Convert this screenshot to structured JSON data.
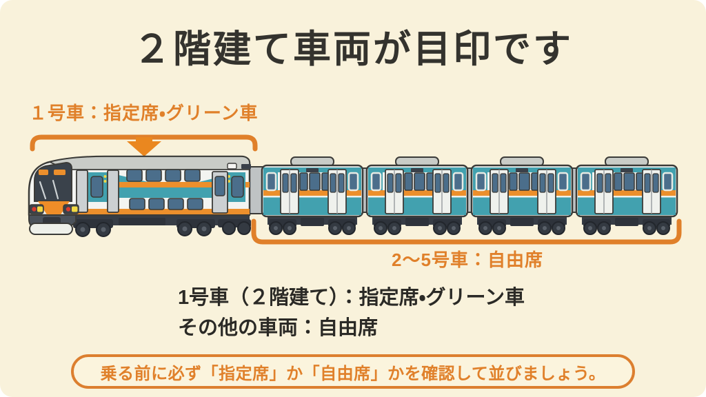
{
  "title": "２階建て車両が目印です",
  "annotations": {
    "car1_bracket_label": "１号車：指定席・グリーン車",
    "cars2_5_bracket_label": "2〜5号車：自由席"
  },
  "legend": {
    "line1": "1号車（２階建て）：指定席・グリーン車",
    "line2": "その他の車両：自由席"
  },
  "notice_banner": {
    "text": "乗る前に必ず「指定席」か「自由席」かを確認して並びましょう。"
  },
  "train": {
    "car_count": 5,
    "colors": {
      "body": "#f3f4f1",
      "teal": "#42a1af",
      "stripe_orange": "#ec8f2c",
      "window": "#4b6e8b",
      "roof": "#c9ccc7",
      "undercarriage": "#373d46"
    }
  },
  "colors": {
    "background": "#f9f2db",
    "accent_orange": "#e0802a",
    "title_text": "#34332e",
    "body_text": "#2b2a26",
    "banner_border": "#dc7f2f",
    "banner_fill": "#fbf4dd"
  }
}
